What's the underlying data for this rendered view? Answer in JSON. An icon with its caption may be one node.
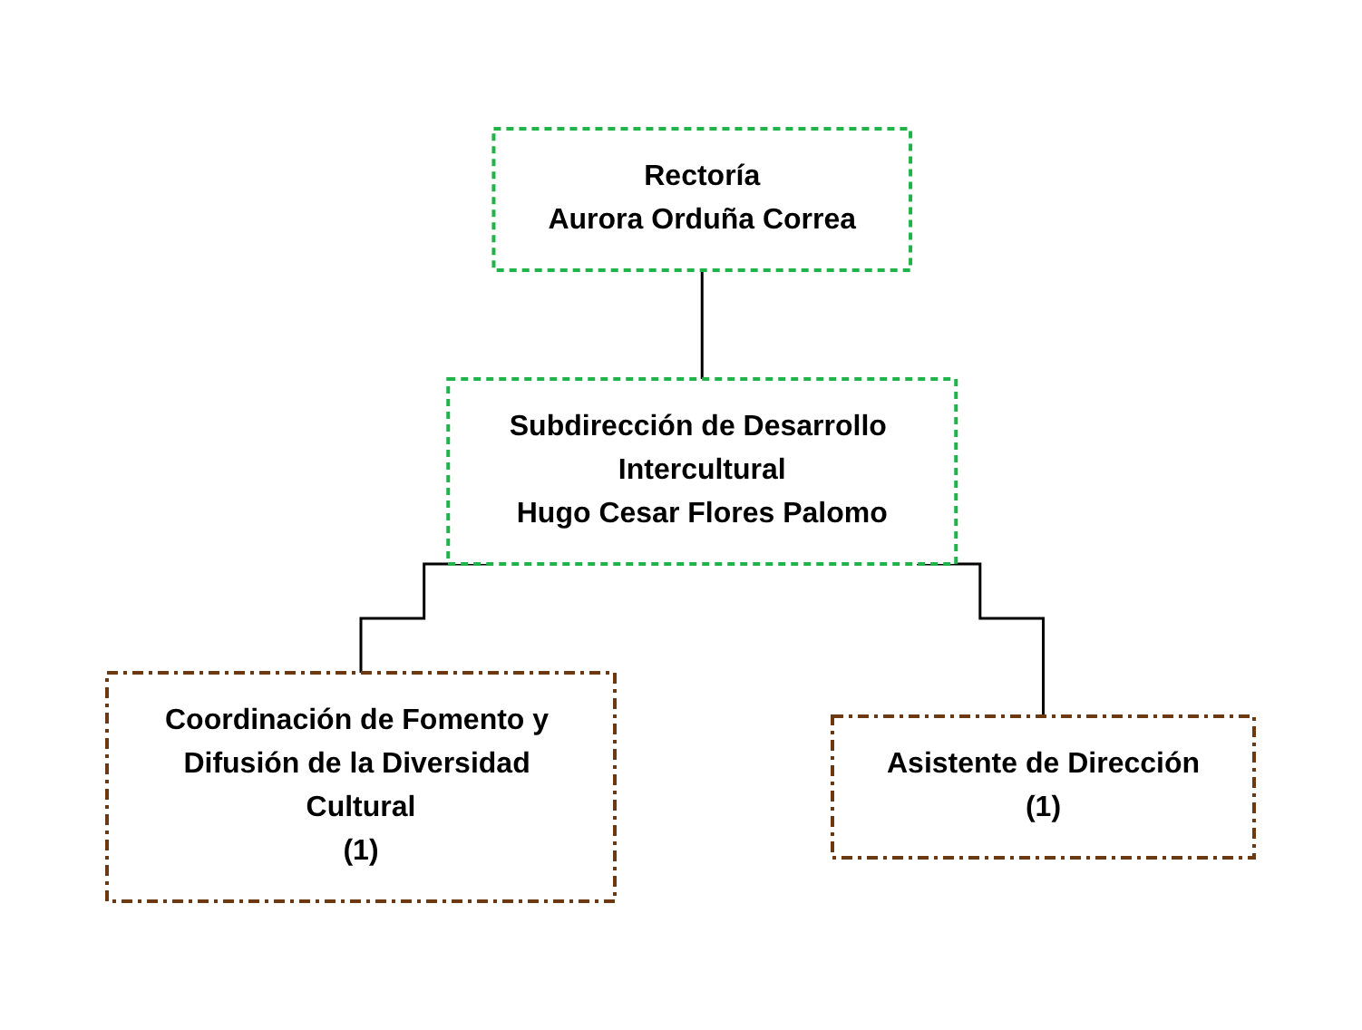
{
  "diagram": {
    "nodes": [
      {
        "text": [
          "Rectoría",
          "Aurora Orduña Correa"
        ]
      },
      {
        "text": [
          "Subdirección de Desarrollo Intercultural",
          "Hugo Cesar Flores Palomo"
        ]
      },
      {
        "text": [
          "Coordinación de Fomento y Difusión de la Diversidad Cultural",
          "(1)"
        ]
      },
      {
        "text": [
          "Asistente de Dirección",
          "(1)"
        ]
      }
    ],
    "edges": [
      {
        "from": 0,
        "to": 1,
        "arrow": "none"
      },
      {
        "from": 1,
        "to": 2,
        "arrow": "none"
      },
      {
        "from": 1,
        "to": 3,
        "arrow": "none"
      }
    ]
  }
}
